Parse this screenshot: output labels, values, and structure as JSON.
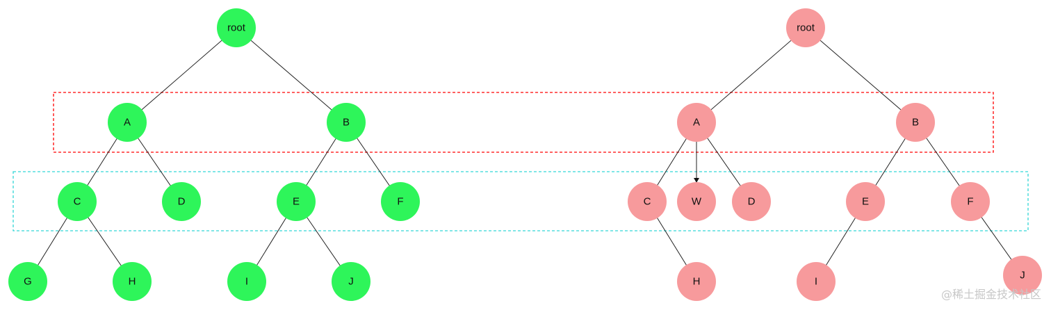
{
  "colors": {
    "left_tree_fill": "#2ef55a",
    "right_tree_fill": "#f79a9c",
    "level1_box_border": "#ff0000",
    "level2_box_border": "#33d6d6",
    "edge": "#222222"
  },
  "left_tree": {
    "nodes": {
      "root": "root",
      "a": "A",
      "b": "B",
      "c": "C",
      "d": "D",
      "e": "E",
      "f": "F",
      "g": "G",
      "h": "H",
      "i": "I",
      "j": "J"
    },
    "edges": [
      [
        "root",
        "a"
      ],
      [
        "root",
        "b"
      ],
      [
        "a",
        "c"
      ],
      [
        "a",
        "d"
      ],
      [
        "b",
        "e"
      ],
      [
        "b",
        "f"
      ],
      [
        "c",
        "g"
      ],
      [
        "c",
        "h"
      ],
      [
        "e",
        "i"
      ],
      [
        "e",
        "j"
      ]
    ]
  },
  "right_tree": {
    "nodes": {
      "root": "root",
      "a": "A",
      "b": "B",
      "c": "C",
      "w": "W",
      "d": "D",
      "e": "E",
      "f": "F",
      "h": "H",
      "i": "I",
      "j": "J"
    },
    "edges": [
      [
        "root",
        "a"
      ],
      [
        "root",
        "b"
      ],
      [
        "a",
        "c"
      ],
      [
        "a",
        "w"
      ],
      [
        "a",
        "d"
      ],
      [
        "b",
        "e"
      ],
      [
        "b",
        "f"
      ],
      [
        "c",
        "h"
      ],
      [
        "e",
        "i"
      ],
      [
        "f",
        "j"
      ]
    ],
    "arrow_edges": [
      [
        "a",
        "w"
      ]
    ]
  },
  "watermark": "@稀土掘金技术社区"
}
